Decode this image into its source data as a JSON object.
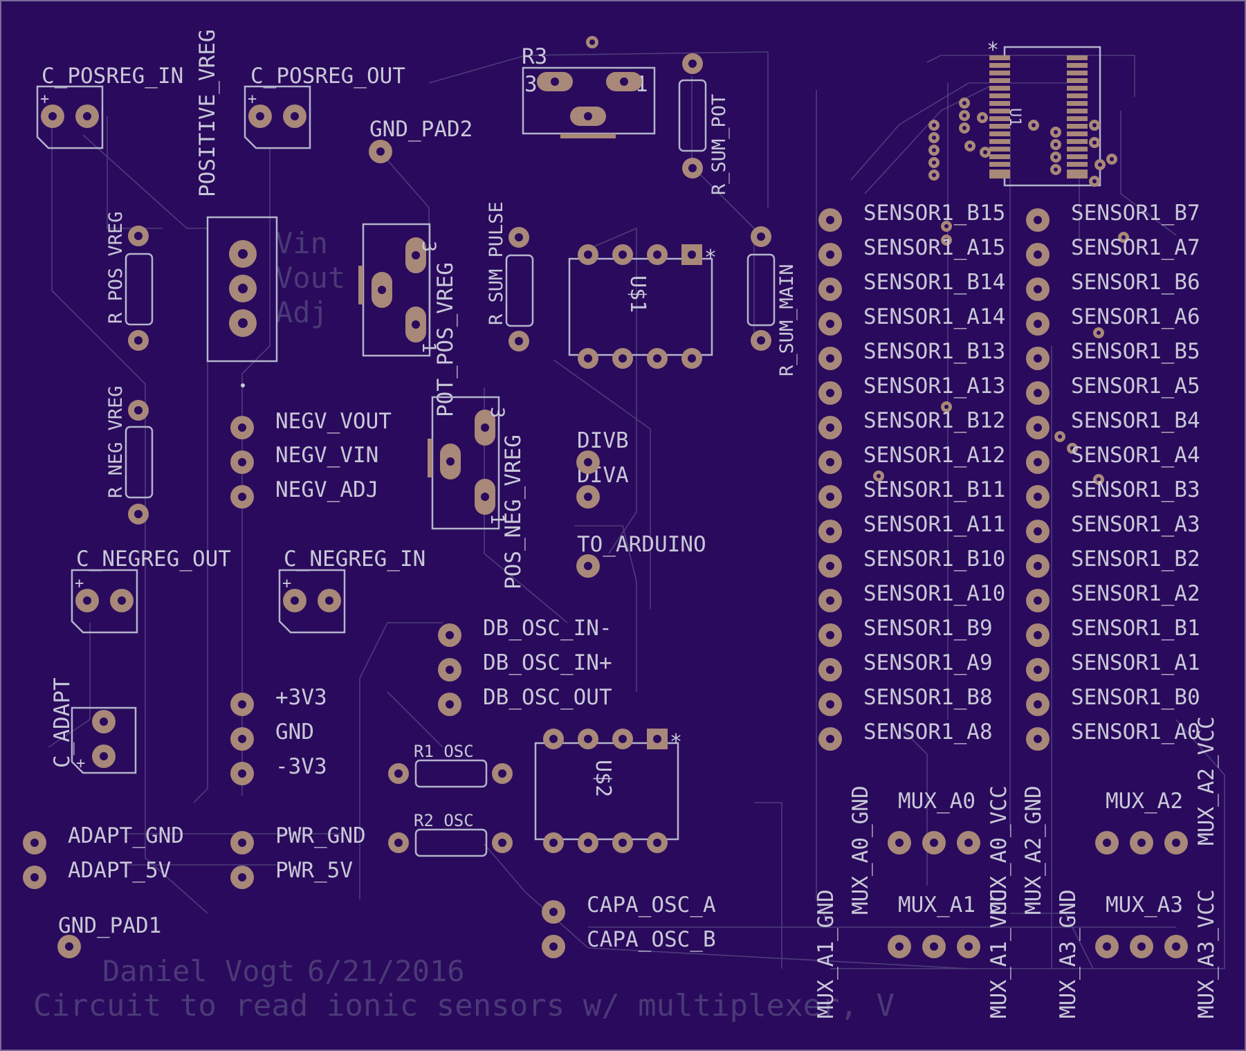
{
  "board": {
    "background_color": "#2a0a5c",
    "silkscreen_color": "#c8c8d8",
    "pad_color": "#a88878",
    "trace_color": "#4d3d7c"
  },
  "labels": {
    "c_posreg_in": "C_POSREG_IN",
    "c_posreg_out": "C_POSREG_OUT",
    "positive_vreg": "POSITIVE_VREG",
    "gnd_pad2": "GND_PAD2",
    "r3": "R3",
    "r3_pin3": "3",
    "r3_pin1": "1",
    "r_sum_pot": "R_SUM_POT",
    "r_pos_vreg": "R_POS_VREG",
    "vin": "Vin",
    "vout": "Vout",
    "adj": "Adj",
    "pot_pos_vreg": "POT_POS_VREG",
    "pot_pos_pin3": "3",
    "pot_pos_pin1": "1",
    "r_sum_pulse": "R_SUM_PULSE",
    "u1": "U$1",
    "r_sum_main": "R_SUM_MAIN",
    "r_neg_vreg": "R_NEG_VREG",
    "negv_vout": "NEGV_VOUT",
    "negv_vin": "NEGV_VIN",
    "negv_adj": "NEGV_ADJ",
    "pos_neg_vreg": "POS_NEG_VREG",
    "pot_neg_pin3": "3",
    "pot_neg_pin1": "1",
    "divb": "DIVB",
    "diva": "DIVA",
    "to_arduino": "TO_ARDUINO",
    "c_negreg_out": "C_NEGREG_OUT",
    "c_negreg_in": "C_NEGREG_IN",
    "db_osc_in_minus": "DB_OSC_IN-",
    "db_osc_in_plus": "DB_OSC_IN+",
    "db_osc_out": "DB_OSC_OUT",
    "c_adapt": "C_ADAPT",
    "plus_3v3": "+3V3",
    "gnd": "GND",
    "minus_3v3": "-3V3",
    "r1_osc": "R1_OSC",
    "r2_osc": "R2_OSC",
    "u2": "U$2",
    "adapt_gnd": "ADAPT_GND",
    "adapt_5v": "ADAPT_5V",
    "pwr_gnd": "PWR_GND",
    "pwr_5v": "PWR_5V",
    "gnd_pad1": "GND_PAD1",
    "capa_osc_a": "CAPA_OSC_A",
    "capa_osc_b": "CAPA_OSC_B",
    "u_mux": "U1",
    "star": "*",
    "plus": "+",
    "mux_a0": "MUX_A0",
    "mux_a1": "MUX_A1",
    "mux_a2": "MUX_A2",
    "mux_a3": "MUX_A3",
    "mux_a0_gnd": "MUX_A0_GND",
    "mux_a0_vcc": "MUX_A0_VCC",
    "mux_a1_gnd": "MUX_A1_GND",
    "mux_a1_vcc": "MUX_A1_VCC",
    "mux_a2_gnd": "MUX_A2_GND",
    "mux_a2_vcc": "MUX_A2_VCC",
    "mux_a3_gnd": "MUX_A3_GND",
    "mux_a3_vcc": "MUX_A3_VCC",
    "author": "Daniel Vogt",
    "date": "6/21/2016",
    "description": "Circuit to read ionic sensors w/ multiplexer, V"
  },
  "sensor_left": [
    "SENSOR1_B15",
    "SENSOR1_A15",
    "SENSOR1_B14",
    "SENSOR1_A14",
    "SENSOR1_B13",
    "SENSOR1_A13",
    "SENSOR1_B12",
    "SENSOR1_A12",
    "SENSOR1_B11",
    "SENSOR1_A11",
    "SENSOR1_B10",
    "SENSOR1_A10",
    "SENSOR1_B9",
    "SENSOR1_A9",
    "SENSOR1_B8",
    "SENSOR1_A8"
  ],
  "sensor_right": [
    "SENSOR1_B7",
    "SENSOR1_A7",
    "SENSOR1_B6",
    "SENSOR1_A6",
    "SENSOR1_B5",
    "SENSOR1_A5",
    "SENSOR1_B4",
    "SENSOR1_A4",
    "SENSOR1_B3",
    "SENSOR1_A3",
    "SENSOR1_B2",
    "SENSOR1_A2",
    "SENSOR1_B1",
    "SENSOR1_A1",
    "SENSOR1_B0",
    "SENSOR1_A0"
  ]
}
